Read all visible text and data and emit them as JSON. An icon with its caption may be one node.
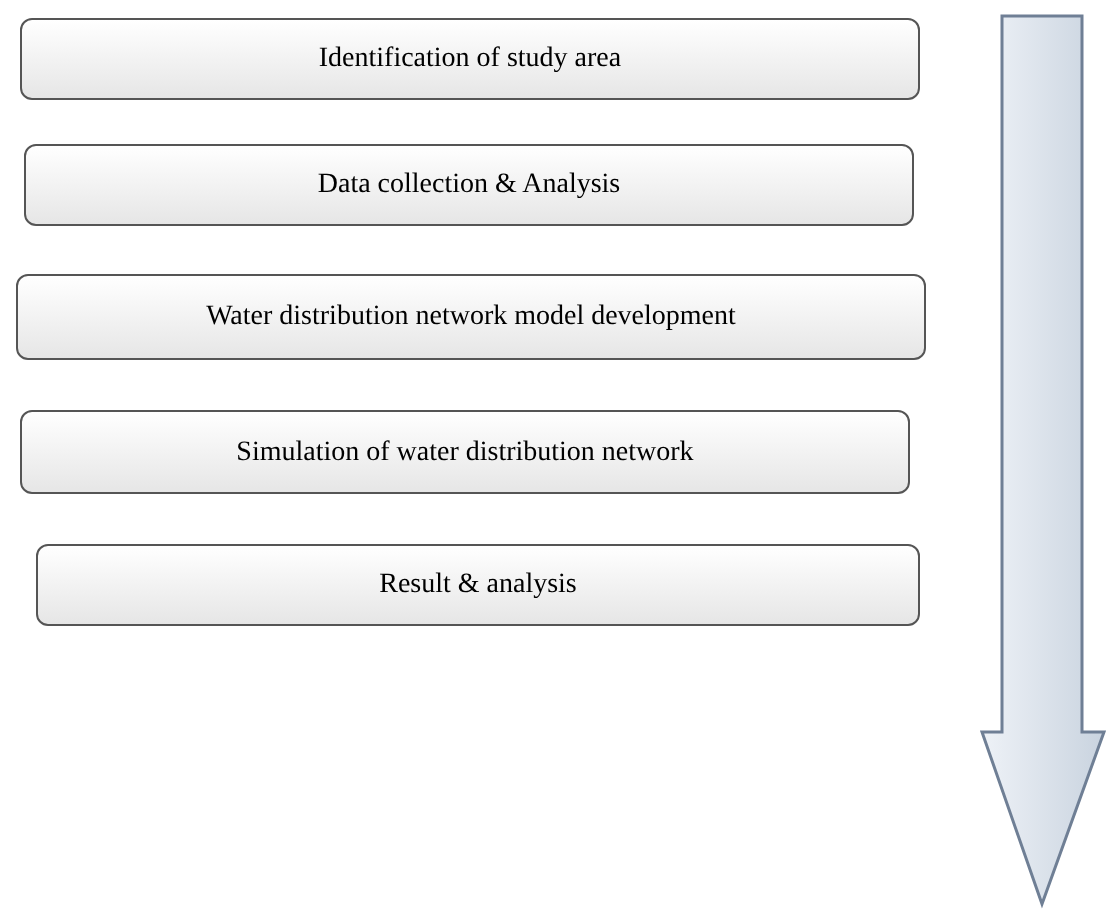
{
  "diagram": {
    "nodes": [
      {
        "text": [
          "Identification of study area"
        ]
      },
      {
        "text": [
          "Data collection & Analysis"
        ]
      },
      {
        "text": [
          "Water distribution network model development"
        ]
      },
      {
        "text": [
          "Simulation of water distribution network"
        ]
      },
      {
        "text": [
          "Result & analysis"
        ]
      }
    ]
  }
}
